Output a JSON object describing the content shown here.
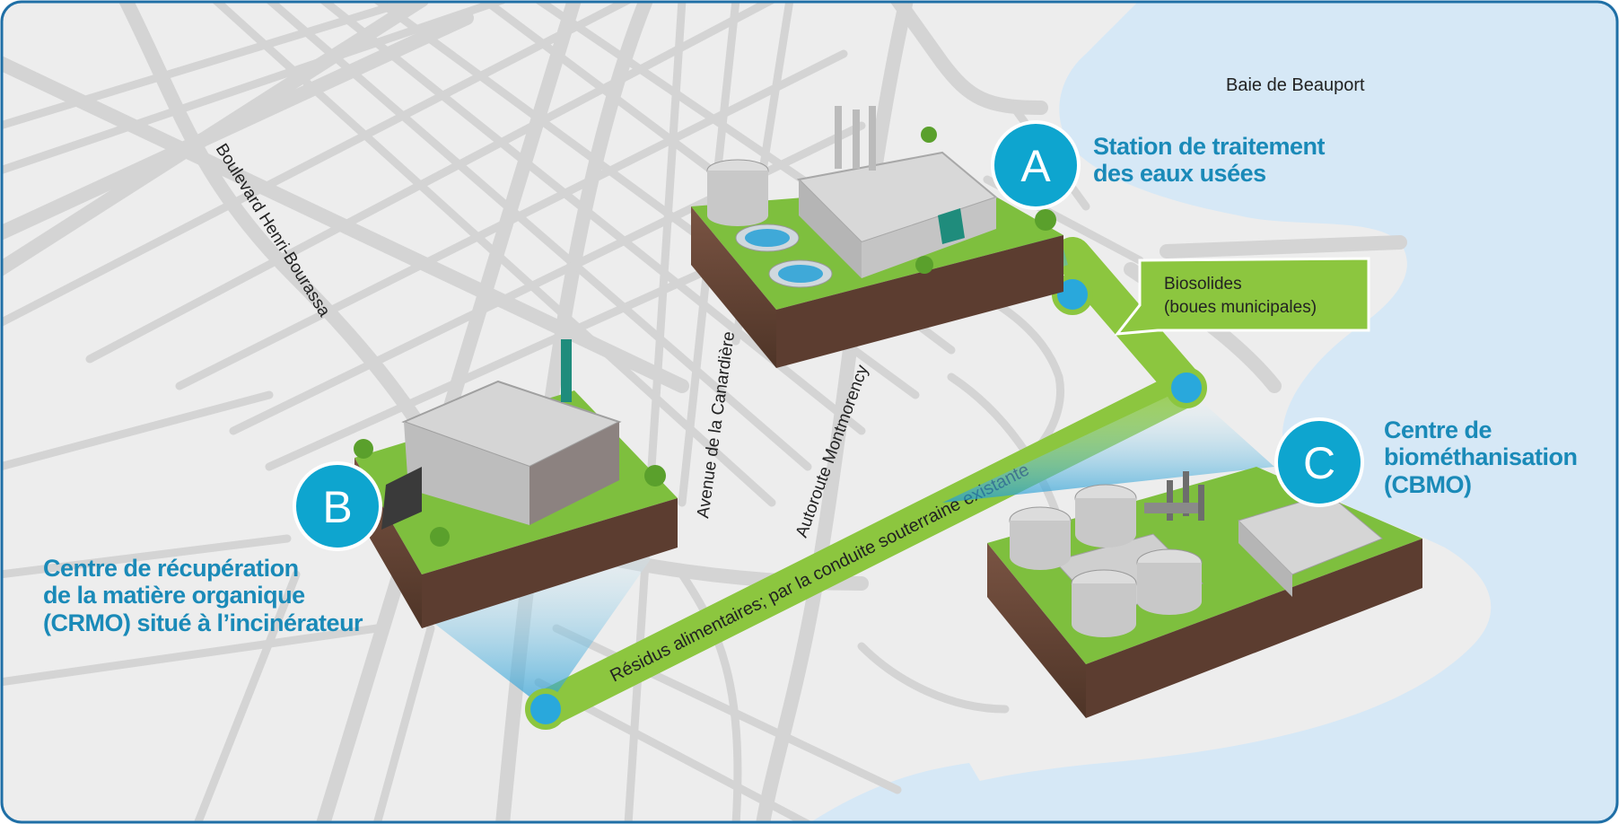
{
  "map": {
    "water_label": "Baie de Beauport",
    "streets": [
      "Boulevard Henri-Bourassa",
      "Avenue de la Canardière",
      "Autoroute Montmorency"
    ],
    "sites": [
      {
        "letter": "A",
        "title_lines": [
          "Station de traitement",
          "des eaux usées"
        ]
      },
      {
        "letter": "B",
        "title_lines": [
          "Centre de récupération",
          "de la matière organique",
          "(CRMO) situé à l’incinérateur"
        ]
      },
      {
        "letter": "C",
        "title_lines": [
          "Centre de",
          "biométhanisation",
          "(CBMO)"
        ]
      }
    ],
    "links": {
      "biosolids_lines": [
        "Biosolides",
        "(boues municipales)"
      ],
      "food_waste": "Résidus alimentaires; par la conduite souterraine existante"
    }
  },
  "colors": {
    "water": "#d6e8f6",
    "land": "#ededed",
    "road": "#d4d4d4",
    "accent_blue": "#1a8ab8",
    "badge": "#0ea5cf",
    "pipe_green": "#8cc63f",
    "grass": "#7ebf3e",
    "soil": "#6b4a3a"
  }
}
